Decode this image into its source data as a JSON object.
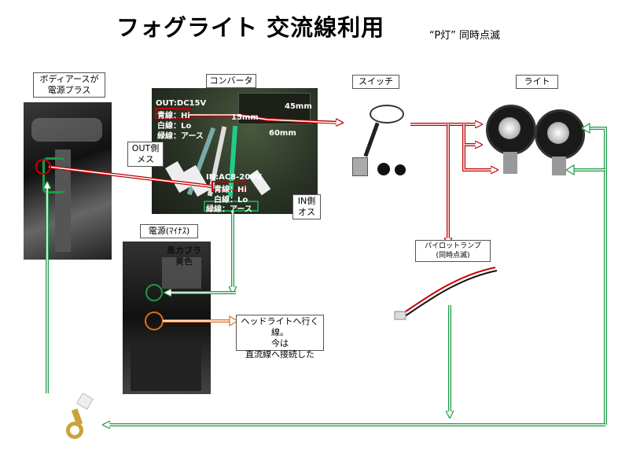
{
  "title": "フォグライト 交流線利用",
  "subtitle": "“P灯” 同時点滅",
  "labels": {
    "body_earth": "ボディアースが\n電源プラス",
    "converter": "コンバータ",
    "switch": "スイッチ",
    "light": "ライト",
    "out_side": "OUT側\nメス",
    "in_side": "IN側\nオス",
    "power_minus": "電源(ﾏｲﾅｽ)",
    "black_coupler": "黒カプラ\n黄色",
    "pilot_lamp": "パイロットランプ\n(同時点滅)"
  },
  "headlight_note": "ヘッドライトへ行く線。\n今は\n直流線へ接続した",
  "converter_text": {
    "out_voltage": "OUT:DC15V",
    "out_blue": "青線：Hi",
    "out_white": "白線：Lo",
    "out_green": "緑線：アース",
    "in_voltage": "IN:AC8-200V",
    "in_blue": "青線：Hi",
    "in_white": "白線：Lo",
    "in_green": "緑線：アース",
    "dim_45": "45mm",
    "dim_15": "15mm",
    "dim_60": "60mm"
  },
  "colors": {
    "red_wire": "#c00000",
    "green_wire": "#1e9a46",
    "orange_marker": "#e07020",
    "photo_dark": "#2a2e28"
  }
}
